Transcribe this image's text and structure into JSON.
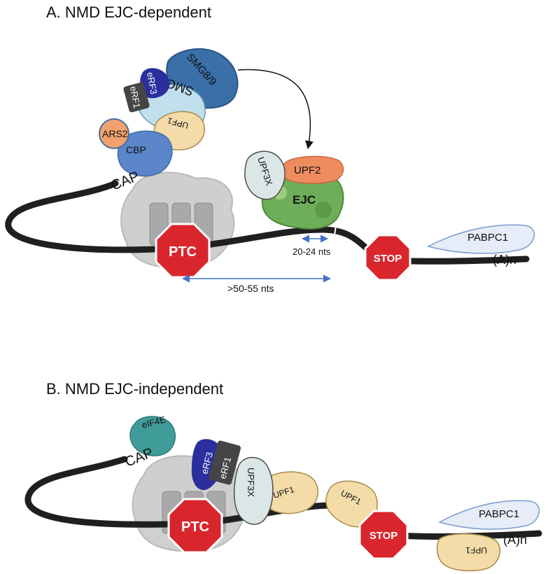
{
  "panel_a": {
    "title": "A. NMD EJC-dependent",
    "labels": {
      "smg89": "SMG8/9",
      "erf3": "eRF3",
      "erf1": "eRF1",
      "smg1": "SMG1",
      "ars2": "ARS2",
      "upf1": "UPF1",
      "cbp": "CBP",
      "cap": "CAP",
      "upf3x": "UPF3X",
      "upf2": "UPF2",
      "ejc": "EJC",
      "ptc": "PTC",
      "stop": "STOP",
      "pabpc1": "PABPC1",
      "polya": "(A)n",
      "dist_short": "20-24 nts",
      "dist_long": ">50-55 nts"
    }
  },
  "panel_b": {
    "title": "B. NMD EJC-independent",
    "labels": {
      "cap": "CAP",
      "eif4e": "eIF4E",
      "erf3": "eRF3",
      "erf1": "eRF1",
      "upf3x": "UPF3X",
      "upf1_a": "UPF1",
      "upf1_b": "UPF1",
      "upf1_c": "UPF1",
      "ptc": "PTC",
      "stop": "STOP",
      "pabpc1": "PABPC1",
      "polya": "(A)n"
    }
  },
  "colors": {
    "mrna": "#1f1f1f",
    "stop_sign": "#d9262c",
    "ribosome": "#c9c9c9",
    "erf3": "#2b2f9e",
    "erf1": "#454545",
    "smg1": "#bfe0ec",
    "smg89": "#3a6fa8",
    "ars2": "#f0a26e",
    "cbp": "#5b86c9",
    "upf1": "#f3dca8",
    "upf3x": "#dbe7e6",
    "upf2": "#ef8c5f",
    "ejc": "#6fae58",
    "eif4e": "#3f9c98",
    "pabpc1": "#e6edf8",
    "arrow_blue": "#4472c4"
  }
}
